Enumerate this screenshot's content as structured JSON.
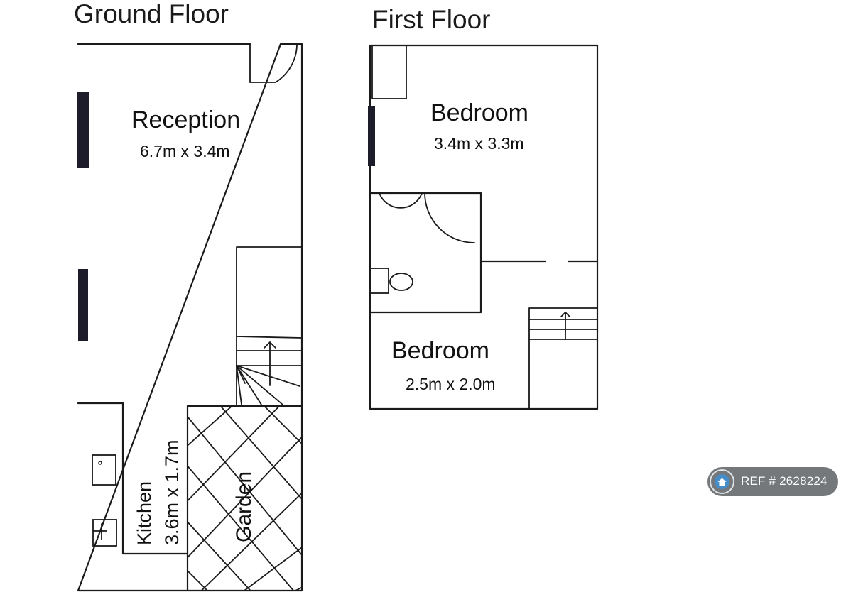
{
  "floors": {
    "ground": {
      "title": "Ground Floor",
      "rooms": {
        "reception": {
          "name": "Reception",
          "dimensions": "6.7m x 3.4m"
        },
        "kitchen": {
          "name": "Kitchen",
          "dimensions": "3.6m x 1.7m"
        },
        "garden": {
          "name": "Garden"
        }
      }
    },
    "first": {
      "title": "First Floor",
      "rooms": {
        "bedroom_1": {
          "name": "Bedroom",
          "dimensions": "3.4m x 3.3m"
        },
        "bedroom_2": {
          "name": "Bedroom",
          "dimensions": "2.5m x 2.0m"
        }
      }
    }
  },
  "reference": {
    "label": "REF # 2628224",
    "icon": "house-icon"
  },
  "colors": {
    "line": "#1a1a1a",
    "window": "#1c1c2a",
    "badge": "#6e7173"
  }
}
